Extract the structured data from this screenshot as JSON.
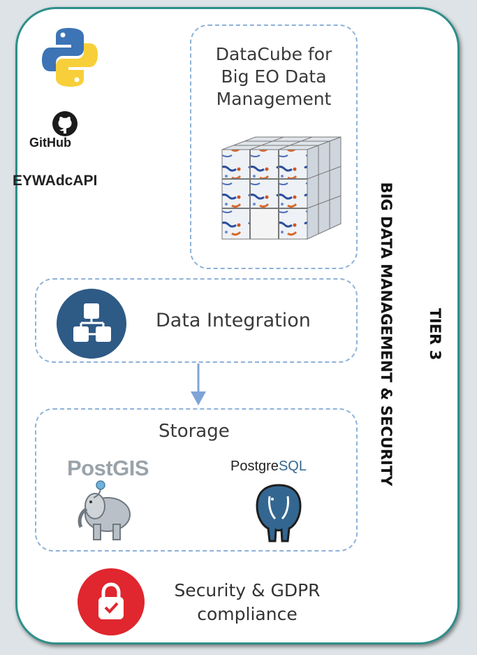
{
  "panel": {
    "vertical_title": "BIG DATA MANAGEMENT & SECURITY",
    "tier_label": "TIER 3"
  },
  "tools": {
    "github_label": "GitHub",
    "api_label": "EYWAdcAPI"
  },
  "datacube": {
    "title_line1": "DataCube for",
    "title_line2": "Big EO Data",
    "title_line3": "Management"
  },
  "integration": {
    "label": "Data Integration"
  },
  "storage": {
    "label": "Storage",
    "postgis_logo_text": "PostGIS",
    "postgresql_prefix": "Postgre",
    "postgresql_suffix": "SQL"
  },
  "security": {
    "line1": "Security & GDPR",
    "line2": "compliance"
  },
  "colors": {
    "border": "#2d8f8a",
    "dashed": "#8eb2d9",
    "integration_icon": "#2e5a86",
    "security_icon": "#e0262e",
    "arrow": "#7ea4d6"
  }
}
